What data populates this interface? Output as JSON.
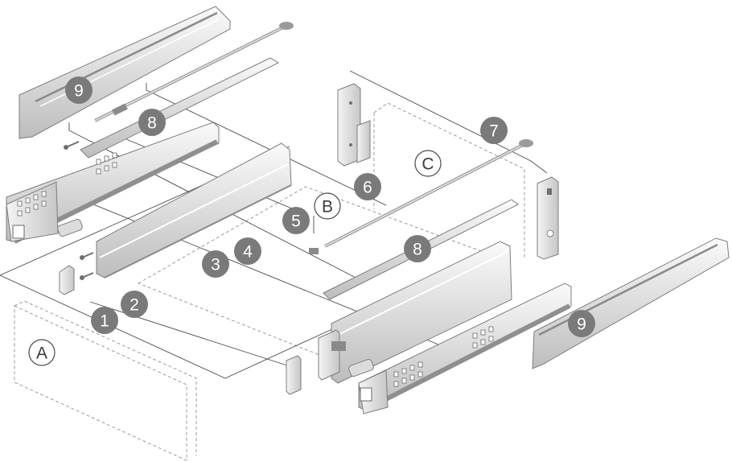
{
  "diagram": {
    "part_numbers": [
      "9",
      "8",
      "7",
      "6",
      "5",
      "4",
      "3",
      "2",
      "1",
      "8",
      "9"
    ],
    "assembly_letters": [
      "A",
      "B",
      "C"
    ]
  },
  "colors": {
    "callout_fill": "#7a7a7a",
    "metal_light": "#f2f2f2",
    "metal_dark": "#bdbdbd",
    "line": "#4a4a4a"
  }
}
